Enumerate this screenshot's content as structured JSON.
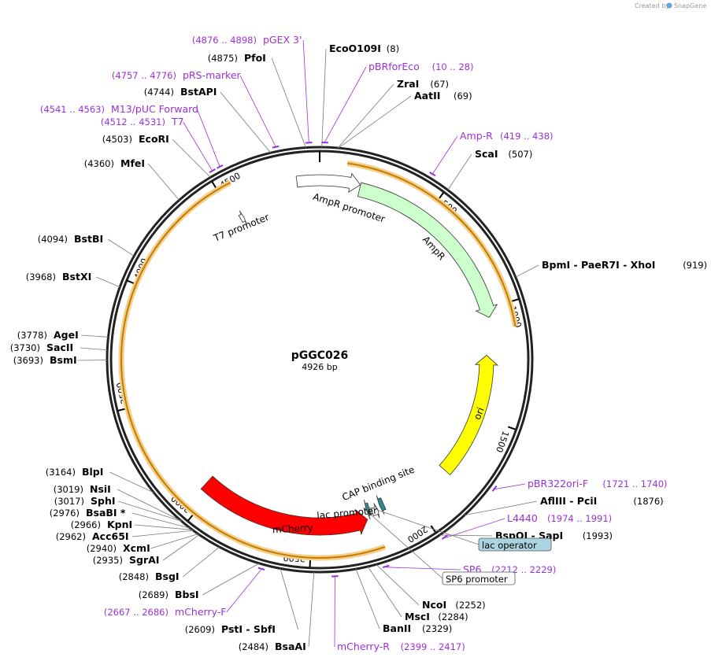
{
  "credit": {
    "prefix": "Created by",
    "brand": "SnapGene"
  },
  "plasmid": {
    "name": "pGGC026",
    "size": 4926,
    "size_label": "4926 bp"
  },
  "ticks": [
    "500",
    "1000",
    "1500",
    "2000",
    "2500",
    "3000",
    "3500",
    "4000",
    "4500"
  ],
  "features": [
    {
      "name": "AmpR promoter",
      "type": "promoter",
      "start": 4826,
      "end": 179,
      "strand": 1,
      "color": "#ffffff"
    },
    {
      "name": "AmpR",
      "type": "cds",
      "start": 180,
      "end": 1040,
      "strand": 1,
      "color": "#ccffcc"
    },
    {
      "name": "ori",
      "type": "origin",
      "start": 1211,
      "end": 1799,
      "strand": -1,
      "color": "#ffff00"
    },
    {
      "name": "CAP binding site",
      "type": "misc",
      "start": 2137,
      "end": 2158,
      "strand": 1,
      "color": "#2e8b8b"
    },
    {
      "name": "lac promoter",
      "type": "promoter",
      "start": 2173,
      "end": 2203,
      "strand": -1,
      "color": "#ffffff"
    },
    {
      "name": "lac operator",
      "type": "misc",
      "start": 2211,
      "end": 2227,
      "strand": 1,
      "color": "#2e8b8b"
    },
    {
      "name": "mCherry",
      "type": "cds",
      "start": 2235,
      "end": 3045,
      "strand": -1,
      "color": "#ff0000"
    },
    {
      "name": "T7 promoter",
      "type": "promoter",
      "start": 4525,
      "end": 4543,
      "strand": 1,
      "color": "#ffffff"
    }
  ],
  "orange_arcs": [
    {
      "start": 110,
      "end": 1100,
      "strand": 1
    },
    {
      "start": 2200,
      "end": 4560,
      "strand": -1
    }
  ],
  "boxed_labels": [
    {
      "text": "lac operator",
      "fill": "#a9d4e0"
    },
    {
      "text": "SP6 promoter",
      "fill": "#ffffff"
    }
  ],
  "sites": [
    {
      "text": "EcoO109I",
      "pos": "(8)",
      "bp": 8
    },
    {
      "text": "ZraI",
      "pos": "(67)",
      "bp": 67
    },
    {
      "text": "AatII",
      "pos": "(69)",
      "bp": 69
    },
    {
      "text": "ScaI",
      "pos": "(507)",
      "bp": 507
    },
    {
      "text": "BpmI  - PaeR7I  - XhoI",
      "pos": "(919)",
      "bp": 919
    },
    {
      "text": "AflIII  - PciI",
      "pos": "(1876)",
      "bp": 1876
    },
    {
      "text": "BspQI  - SapI",
      "pos": "(1993)",
      "bp": 1993
    },
    {
      "text": "NcoI",
      "pos": "(2252)",
      "bp": 2252
    },
    {
      "text": "MscI",
      "pos": "(2284)",
      "bp": 2284
    },
    {
      "text": "BanII",
      "pos": "(2329)",
      "bp": 2329
    },
    {
      "text": "BsaAI",
      "pos": "(2484)",
      "bp": 2484
    },
    {
      "text": "PstI  - SbfI",
      "pos": "(2609)",
      "bp": 2609
    },
    {
      "text": "BbsI",
      "pos": "(2689)",
      "bp": 2689
    },
    {
      "text": "BsgI",
      "pos": "(2848)",
      "bp": 2848
    },
    {
      "text": "SgrAI",
      "pos": "(2935)",
      "bp": 2935
    },
    {
      "text": "XcmI",
      "pos": "(2940)",
      "bp": 2940
    },
    {
      "text": "Acc65I",
      "pos": "(2962)",
      "bp": 2962
    },
    {
      "text": "KpnI",
      "pos": "(2966)",
      "bp": 2966
    },
    {
      "text": "BsaBI *",
      "pos": "(2976)",
      "bp": 2976
    },
    {
      "text": "SphI",
      "pos": "(3017)",
      "bp": 3017
    },
    {
      "text": "NsiI",
      "pos": "(3019)",
      "bp": 3019
    },
    {
      "text": "BlpI",
      "pos": "(3164)",
      "bp": 3164
    },
    {
      "text": "BsmI",
      "pos": "(3693)",
      "bp": 3693
    },
    {
      "text": "SacII",
      "pos": "(3730)",
      "bp": 3730
    },
    {
      "text": "AgeI",
      "pos": "(3778)",
      "bp": 3778
    },
    {
      "text": "BstXI",
      "pos": "(3968)",
      "bp": 3968
    },
    {
      "text": "BstBI",
      "pos": "(4094)",
      "bp": 4094
    },
    {
      "text": "MfeI",
      "pos": "(4360)",
      "bp": 4360
    },
    {
      "text": "EcoRI",
      "pos": "(4503)",
      "bp": 4503
    },
    {
      "text": "BstAPI",
      "pos": "(4744)",
      "bp": 4744
    },
    {
      "text": "PfoI",
      "pos": "(4875)",
      "bp": 4875
    }
  ],
  "primers": [
    {
      "text": "pBRforEco",
      "pos": "(10 .. 28)",
      "bp": 19
    },
    {
      "text": "Amp-R",
      "pos": "(419 .. 438)",
      "bp": 428
    },
    {
      "text": "pBR322ori-F",
      "pos": "(1721 .. 1740)",
      "bp": 1730
    },
    {
      "text": "L4440",
      "pos": "(1974 .. 1991)",
      "bp": 1982
    },
    {
      "text": "SP6",
      "pos": "(2212 .. 2229)",
      "bp": 2220
    },
    {
      "text": "mCherry-R",
      "pos": "(2399 .. 2417)",
      "bp": 2408
    },
    {
      "text": "mCherry-F",
      "pos": "(2667 .. 2686)",
      "bp": 2676
    },
    {
      "text": "T7",
      "pos": "(4512 .. 4531)",
      "bp": 4521
    },
    {
      "text": "M13/pUC Forward",
      "pos": "(4541 .. 4563)",
      "bp": 4552
    },
    {
      "text": "pRS-marker",
      "pos": "(4757 .. 4776)",
      "bp": 4766
    },
    {
      "text": "pGEX 3'",
      "pos": "(4876 .. 4898)",
      "bp": 4887
    }
  ]
}
